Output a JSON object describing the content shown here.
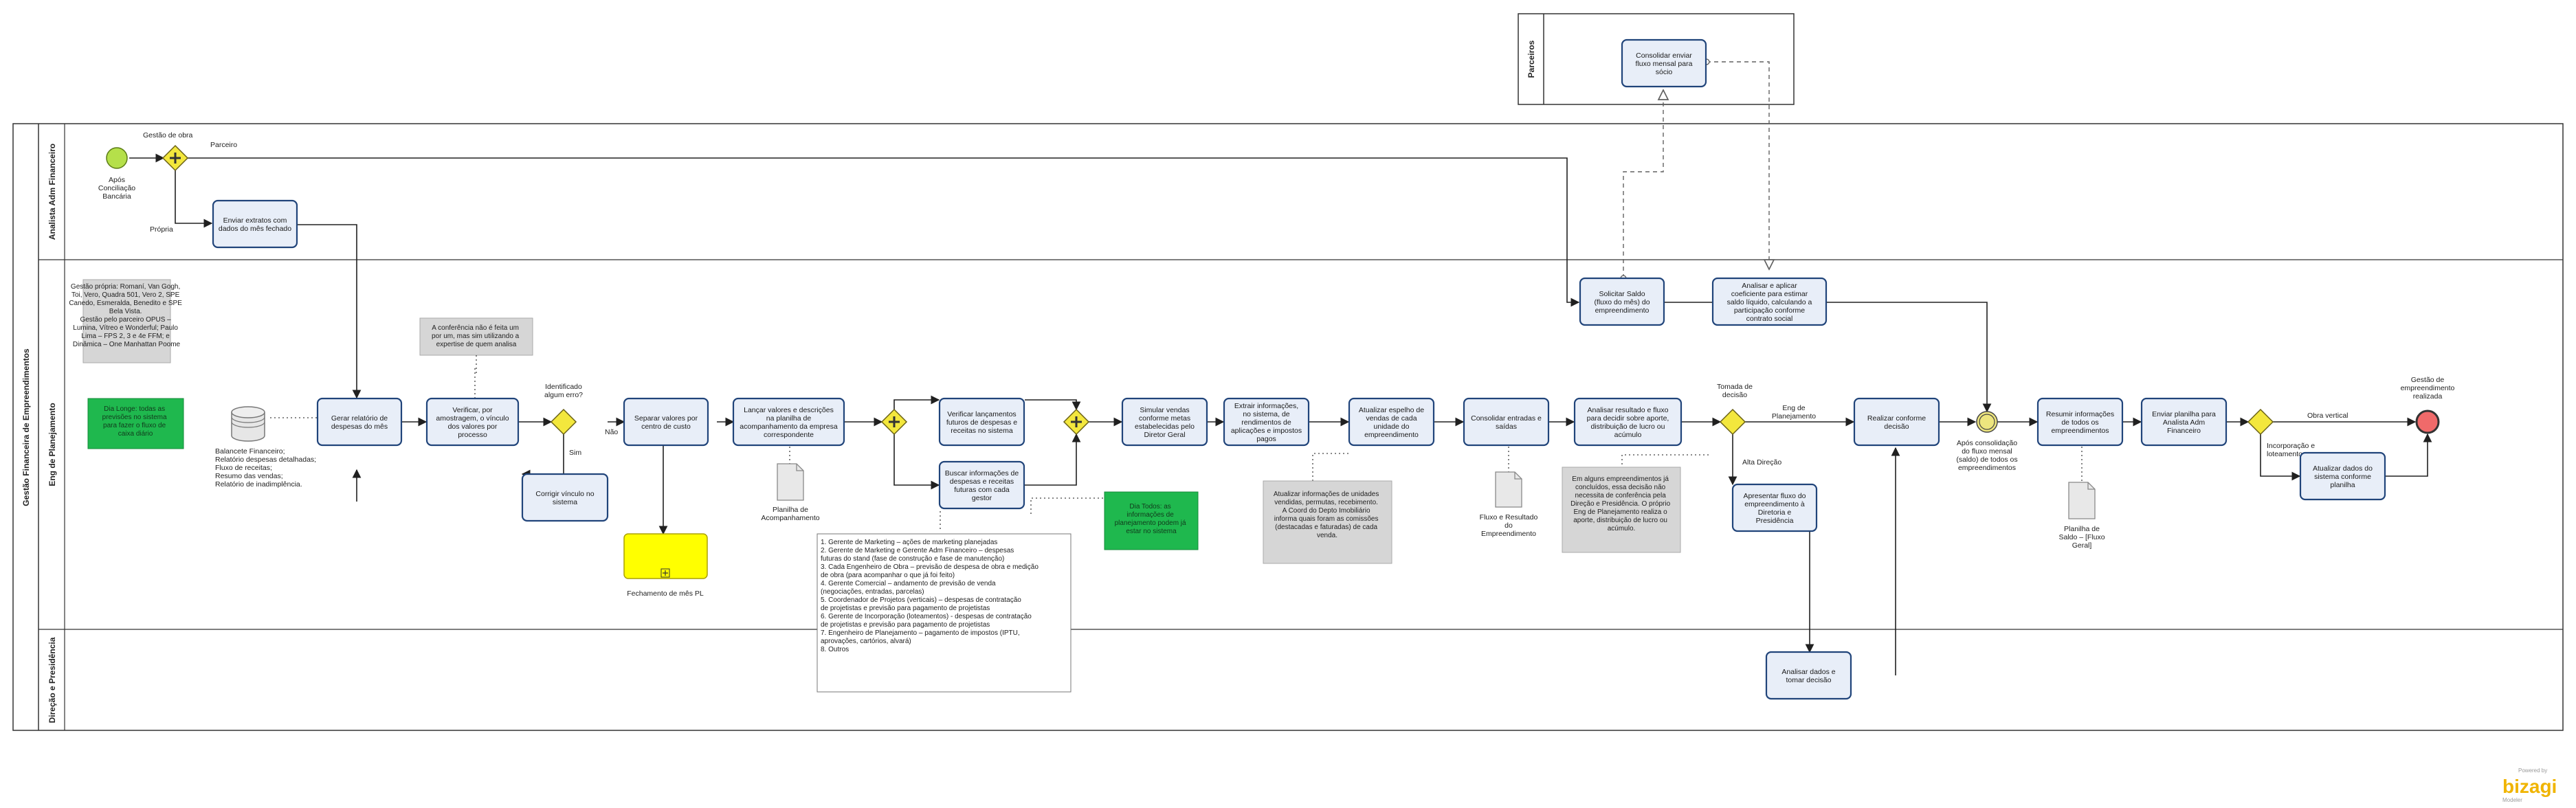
{
  "pools": {
    "partners": {
      "title": "Parceiros"
    },
    "main": {
      "title": "Gestão Financeira de Empreendimentos"
    }
  },
  "lanes": [
    {
      "id": "lane_adm",
      "title": "Analista Adm Financeiro"
    },
    {
      "id": "lane_planejamento",
      "title": "Eng de Planejamento"
    },
    {
      "id": "lane_diretoria",
      "title": "Direção e Presidência"
    }
  ],
  "events": {
    "start": {
      "label": "Após Conciliação Bancária",
      "color": "#b5e04a"
    },
    "intermediate": {
      "label": "Após consolidação do fluxo mensal (saldo) de todos os empreendimentos",
      "color": "#ede57e"
    },
    "end": {
      "label": "Gestão de empreendimento realizada",
      "color": "#f06a6a"
    }
  },
  "gateways": {
    "g_obra": {
      "label": "Gestão de obra"
    },
    "g_erro": {
      "label": "Identificado algum erro?"
    },
    "g_decisao": {
      "label": "Tomada de decisão"
    },
    "g_final": {
      "label": ""
    }
  },
  "flow_labels": {
    "parceiro": "Parceiro",
    "propria": "Própria",
    "nao": "Não",
    "sim": "Sim",
    "eng_planejamento": "Eng de Planejamento",
    "alta_direcao": "Alta Direção",
    "obra_vertical": "Obra vertical",
    "incorporacao": "Incorporação e loteamentos"
  },
  "tasks": {
    "t_consolidar_fluxo": "Consolidar enviar fluxo mensal para sócio",
    "t_enviar_extratos": "Enviar extratos com dados do mês fechado",
    "t_solicitar_saldo": "Solicitar Saldo (fluxo do mês) do empreendimento",
    "t_analisar_coef": "Analisar e aplicar coeficiente para estimar saldo líquido, calculando a participação conforme contrato social",
    "t_gerar_relatorio": "Gerar relatório de despesas do mês",
    "t_verificar_amostragem": "Verificar, por amostragem, o vínculo dos valores por processo",
    "t_corrigir_vinculo": "Corrigir vínculo no sistema",
    "t_separar_valores": "Separar valores por centro de custo",
    "t_lancar_valores": "Lançar valores e descrições na planilha de acompanhamento da empresa correspondente",
    "t_verificar_lancamentos": "Verificar lançamentos futuros de despesas e receitas no sistema",
    "t_buscar_info": "Buscar informações de despesas e receitas futuras com cada gestor",
    "t_simular_vendas": "Simular vendas conforme metas estabelecidas pelo Diretor Geral",
    "t_extrair_info": "Extrair informações, no sistema, de rendimentos de aplicações e impostos pagos",
    "t_atualizar_espelho": "Atualizar espelho de vendas de cada unidade do empreendimento",
    "t_consolidar_entradas": "Consolidar entradas e saídas",
    "t_analisar_resultado": "Analisar resultado e fluxo para decidir sobre aporte, distribuição de lucro ou acúmulo",
    "t_apresentar_fluxo": "Apresentar fluxo do empreendimento à Diretoria e Presidência",
    "t_realizar_decisao": "Realizar conforme decisão",
    "t_analisar_dados": "Analisar dados e tomar decisão",
    "t_resumir_info": "Resumir informações de todos os empreendimentos",
    "t_enviar_planilha": "Enviar planilha para Analista Adm Financeiro",
    "t_atualizar_sistema": "Atualizar dados do sistema conforme planilha",
    "t_fechamento": "Fechamento de mês PL"
  },
  "artifacts": {
    "database_label": "Balancete Financeiro; Relatório despesas detalhadas; Fluxo de receitas; Resumo das vendas; Relatório de inadimplência.",
    "doc_acompanhamento": "Planilha de Acompanhamento",
    "doc_fluxo": "Fluxo e Resultado do Empreendimento",
    "doc_saldo": "Planilha de Saldo – [Fluxo Geral]"
  },
  "annotations": {
    "gestao_propria": "Gestão própria: Romaní, Van Gogh, Toi, Vero, Quadra 501, Vero 2, SPE Canedo, Esmeralda, Benedito e SPE Bela Vista. Gestão pelo parceiro OPUS – Lumina, Vítreo e Wonderful; Paulo Lima – FPS 2, 3 e 4e FFM; e Dinâmica – One Manhattan Poome",
    "conferencia": "A conferência não é feita um por um, mas sim utilizando a expertise de quem analisa",
    "dia_longe": "Dia Longe: todas as previsões no sistema para fazer o fluxo de caixa diário",
    "dia_todos": "Dia Todos: as informações de planejamento podem já estar no sistema",
    "gerentes_list": [
      "1. Gerente de Marketing – ações de marketing planejadas",
      "2. Gerente de Marketing e Gerente Adm Financeiro – despesas futuras do stand (fase de construção e fase de manutenção)",
      "3. Cada Engenheiro de Obra – previsão de despesa de obra e medição de obra (para acompanhar o que já foi feito)",
      "4. Gerente Comercial – andamento de previsão de venda (negociações, entradas, parcelas)",
      "5. Coordenador de Projetos (verticais) – despesas de contratação de projetistas e previsão para pagamento de projetistas",
      "6. Gerente de Incorporação (loteamentos) - despesas de contratação de projetistas e previsão para pagamento de projetistas",
      "7. Engenheiro de Planejamento – pagamento de impostos (IPTU, aprovações, cartórios, alvará)",
      "8. Outros"
    ],
    "atualizar_unidades": "Atualizar informações de unidades vendidas, permutas, recebimento. A Coord do Depto Imobiliário informa quais foram as comissões (destacadas e faturadas) de cada venda.",
    "aporte": "Em alguns empreendimentos já concluídos, essa decisão não necessita de conferência pela Direção e Presidência. O próprio Eng de Planejamento realiza o aporte, distribuição de lucro ou acúmulo."
  },
  "branding": {
    "powered_by": "Powered by",
    "brand": "bizagi",
    "product": "Modeler"
  }
}
